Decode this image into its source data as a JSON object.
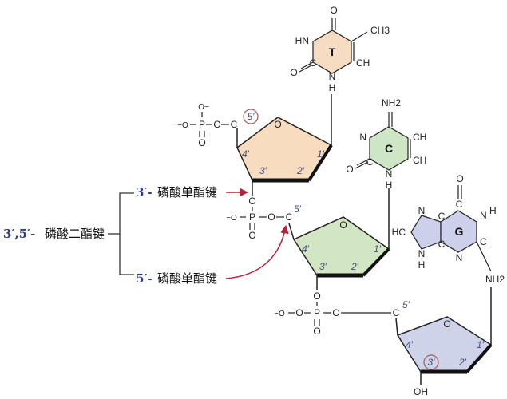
{
  "bases": {
    "thymine": "T",
    "cytosine": "C",
    "guanine": "G"
  },
  "ring_numbers": {
    "c1": "1′",
    "c2": "2′",
    "c3": "3′",
    "c4": "4′",
    "c5": "5′"
  },
  "atoms": {
    "O": "O",
    "N": "N",
    "H": "H",
    "C": "C",
    "P": "P",
    "CH3": "CH3",
    "NH2": "NH2",
    "OH": "OH",
    "HN": "HN",
    "HC": "HC",
    "CH": "CH",
    "O_minus": "−O",
    "O_minus_top": "O−"
  },
  "labels": {
    "main_prefix": "3′,5′-",
    "main_text": "磷酸二酯键",
    "upper_prefix": "3′-",
    "upper_text": "磷酸单酯键",
    "lower_prefix": "5′-",
    "lower_text": "磷酸单酯键"
  },
  "colors": {
    "sugar1": "#f7dcc0",
    "sugar2": "#d3e6c3",
    "sugar3": "#cfd3ea",
    "base_T": "#f5dcc2",
    "base_C": "#cfe6c6",
    "base_G": "#cdd0ea",
    "arrow": "#b5223a",
    "highlight_circle": "#a0585a"
  }
}
